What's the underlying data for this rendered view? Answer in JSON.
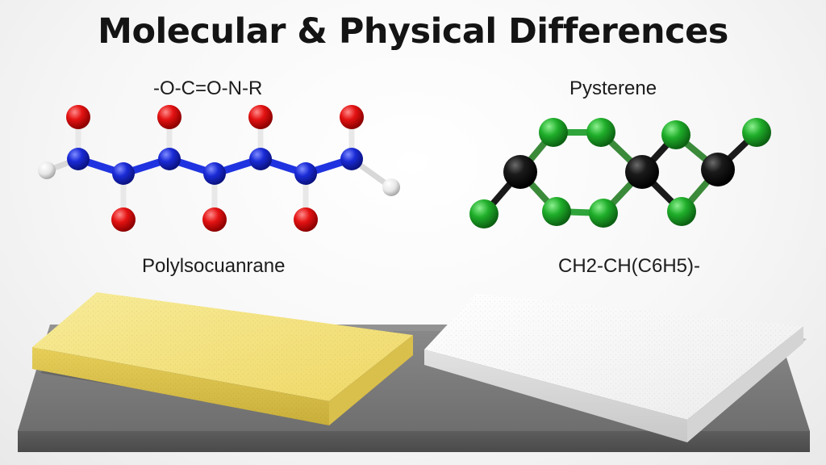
{
  "title": "Molecular & Physical Differences",
  "left": {
    "formula": "-O-C=O-N-R",
    "name": "Polylsocuanrane",
    "block_color": "#f3e27a"
  },
  "right": {
    "name": "Pysterene",
    "formula": "CH2-CH(C6H5)-",
    "block_color": "#f4f4f4"
  },
  "colors": {
    "oxygen": "#e41212",
    "nitrogen": "#1a2bd6",
    "hydrogen": "#ffffff",
    "carbon": "#111111",
    "chlorine": "#1fae2a",
    "surface": "#7a7a7a"
  }
}
